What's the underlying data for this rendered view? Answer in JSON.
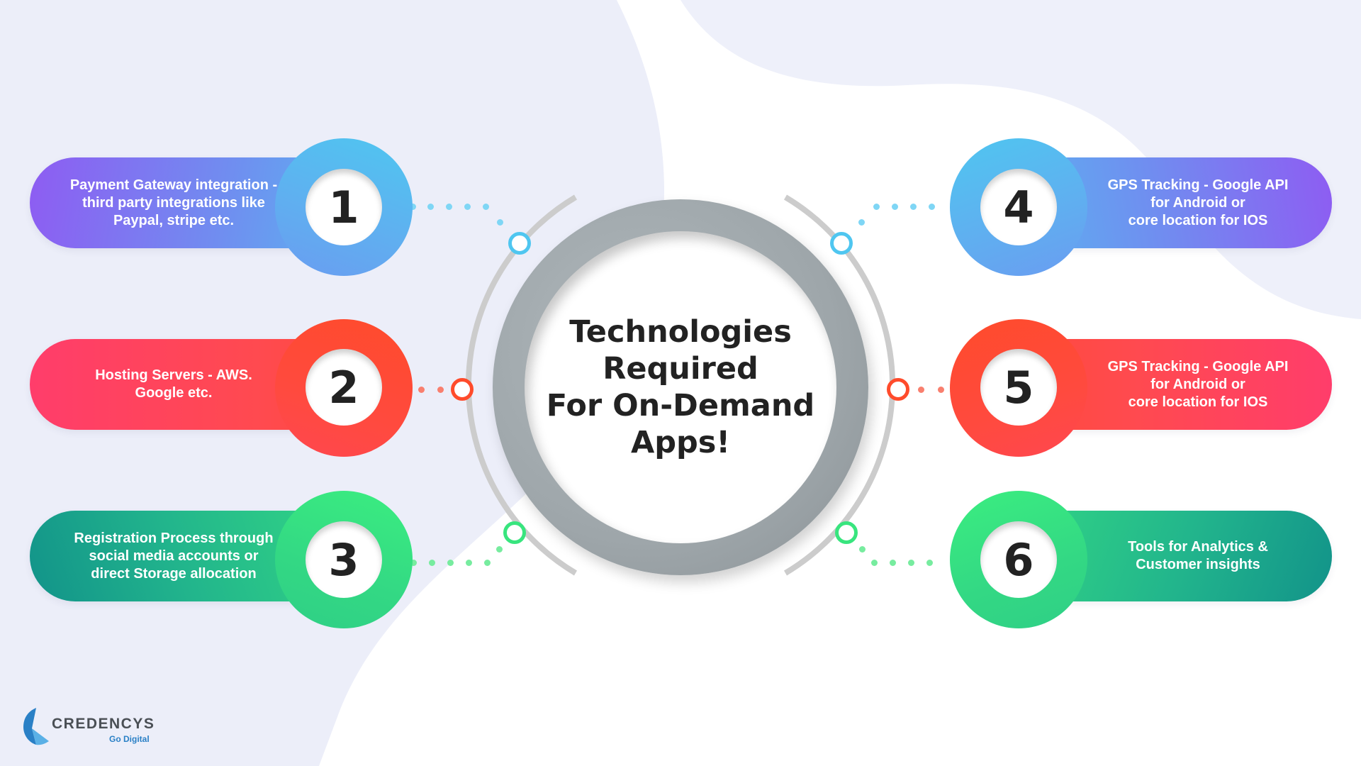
{
  "title": "Technologies\nRequired\nFor On-Demand\nApps!",
  "colors": {
    "background_lavender": "#eceef9",
    "ring_gray": "#9ea6aa",
    "arc_gray": "#cccccc",
    "blue_node": "#4fc6f0",
    "red_node": "#ff4b2b",
    "green_node": "#38e57e",
    "title_text": "#222222"
  },
  "items": [
    {
      "number": "1",
      "text": "Payment Gateway integration -\nthird party integrations like\nPaypal, stripe etc.",
      "side": "left",
      "gradient": [
        "#8e5cf2",
        "#4fc6f0"
      ]
    },
    {
      "number": "2",
      "text": "Hosting Servers - AWS.\nGoogle etc.",
      "side": "left",
      "gradient": [
        "#ff3d6b",
        "#ff4b2b"
      ]
    },
    {
      "number": "3",
      "text": "Registration Process through\nsocial media accounts or\ndirect Storage allocation",
      "side": "left",
      "gradient": [
        "#12938a",
        "#38ec7e"
      ]
    },
    {
      "number": "4",
      "text": "GPS Tracking - Google API\nfor Android or\ncore location for IOS",
      "side": "right",
      "gradient": [
        "#4fc6f0",
        "#8e5cf2"
      ]
    },
    {
      "number": "5",
      "text": "GPS Tracking - Google API\nfor Android or\ncore location for IOS",
      "side": "right",
      "gradient": [
        "#ff4b2b",
        "#ff3d6b"
      ]
    },
    {
      "number": "6",
      "text": "Tools for Analytics &\nCustomer insights",
      "side": "right",
      "gradient": [
        "#38ec7e",
        "#12938a"
      ]
    }
  ],
  "logo": {
    "name": "CREDENCYS",
    "tagline": "Go Digital"
  }
}
